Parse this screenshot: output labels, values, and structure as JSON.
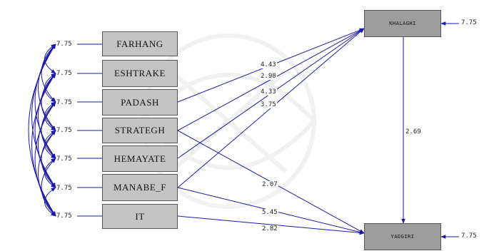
{
  "exogenous": [
    {
      "id": "farhang",
      "label": "FARHANG",
      "variance": "7.75"
    },
    {
      "id": "eshtrake",
      "label": "ESHTRAKE",
      "variance": "7.75"
    },
    {
      "id": "padash",
      "label": "PADASH",
      "variance": "7.75"
    },
    {
      "id": "strategh",
      "label": "STRATEGH",
      "variance": "7.75"
    },
    {
      "id": "hemayate",
      "label": "HEMAYATE",
      "variance": "7.75"
    },
    {
      "id": "manabe",
      "label": "MANABE_F",
      "variance": "7.75"
    },
    {
      "id": "it",
      "label": "IT",
      "variance": "7.75"
    }
  ],
  "endogenous": [
    {
      "id": "khalaghi",
      "label": "KHALAGHI",
      "error": "7.75"
    },
    {
      "id": "yadgiri",
      "label": "YADGIRI",
      "error": "7.75"
    }
  ],
  "paths": [
    {
      "from": "padash",
      "to": "khalaghi",
      "coef": "4.43"
    },
    {
      "from": "strategh",
      "to": "khalaghi",
      "coef": "2.98"
    },
    {
      "from": "hemayate",
      "to": "khalaghi",
      "coef": "4.33"
    },
    {
      "from": "manabe",
      "to": "khalaghi",
      "coef": "3.75"
    },
    {
      "from": "strategh",
      "to": "yadgiri",
      "coef": "2.07"
    },
    {
      "from": "manabe",
      "to": "yadgiri",
      "coef": "5.45"
    },
    {
      "from": "it",
      "to": "yadgiri",
      "coef": "2.82"
    },
    {
      "from": "khalaghi",
      "to": "yadgiri",
      "coef": "2.69"
    }
  ],
  "colors": {
    "arrow": "#1a1aa8",
    "box": "#c4c4c4",
    "endo_box": "#9d9d9d"
  }
}
